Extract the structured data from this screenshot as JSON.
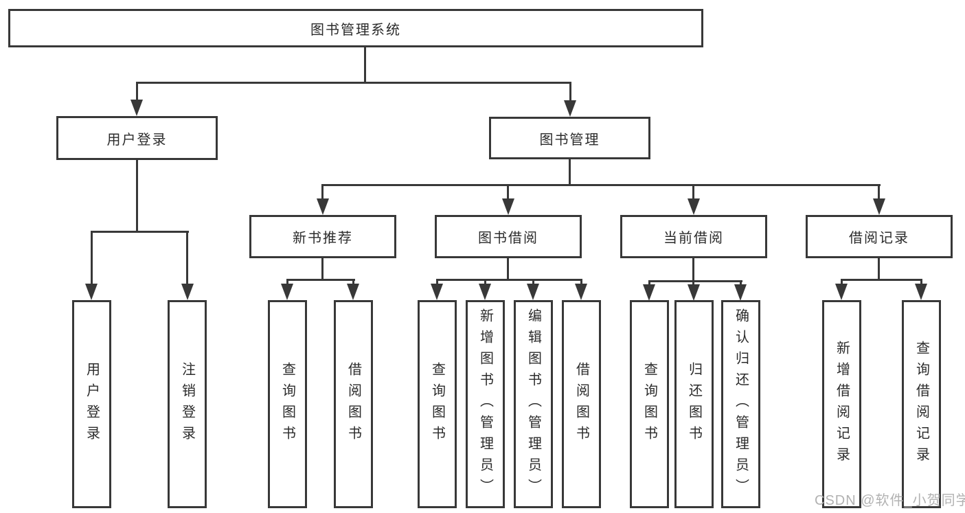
{
  "tree": {
    "label": "图书管理系统",
    "children": [
      {
        "label": "用户登录",
        "children": [
          {
            "label": "用户登录"
          },
          {
            "label": "注销登录"
          }
        ]
      },
      {
        "label": "图书管理",
        "children": [
          {
            "label": "新书推荐",
            "children": [
              {
                "label": "查询图书"
              },
              {
                "label": "借阅图书"
              }
            ]
          },
          {
            "label": "图书借阅",
            "children": [
              {
                "label": "查询图书"
              },
              {
                "label": "新增图书（管理员）"
              },
              {
                "label": "编辑图书（管理员）"
              },
              {
                "label": "借阅图书"
              }
            ]
          },
          {
            "label": "当前借阅",
            "children": [
              {
                "label": "查询图书"
              },
              {
                "label": "归还图书"
              },
              {
                "label": "确认归还（管理员）"
              }
            ]
          },
          {
            "label": "借阅记录",
            "children": [
              {
                "label": "新增借阅记录"
              },
              {
                "label": "查询借阅记录"
              }
            ]
          }
        ]
      }
    ]
  },
  "watermark": "CSDN @软件_小贺同学",
  "colors": {
    "line": "#383838",
    "text": "#2b2b2b",
    "watermark": "#b2b2b2",
    "bg": "#ffffff"
  }
}
